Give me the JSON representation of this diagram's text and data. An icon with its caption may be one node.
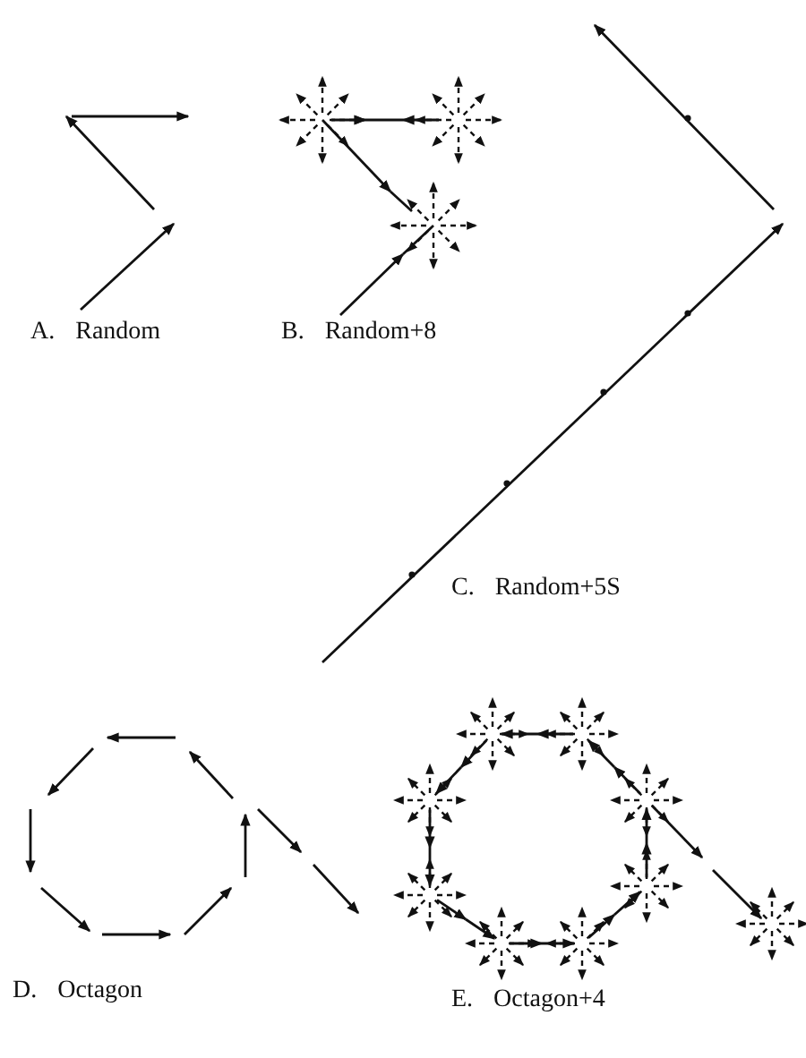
{
  "diagram": {
    "labels": [
      "A. Random",
      "B. Random+8",
      "C. Random+5S",
      "D. Octagon",
      "E. Octagon+4"
    ]
  }
}
